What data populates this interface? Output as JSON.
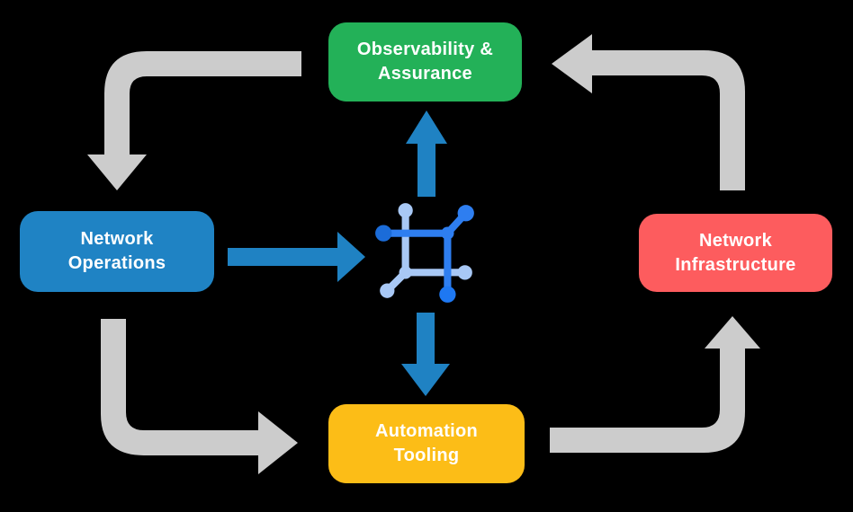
{
  "title": "Network automation cycle diagram",
  "colors": {
    "background": "#000000",
    "text": "#ffffff",
    "cycle_arrow": "#cccccc",
    "flow_arrow": "#1f82c3",
    "icon_dark": "#2e7ef0",
    "icon_light": "#a8c8f5",
    "icon_node_deep": "#1b6cd9",
    "icon_node_bright": "#1e78f2"
  },
  "boxes": {
    "observability": {
      "label": "Observability &\nAssurance",
      "color": "#23b158"
    },
    "operations": {
      "label": "Network\nOperations",
      "color": "#1f83c4"
    },
    "infrastructure": {
      "label": "Network\nInfrastructure",
      "color": "#fd5c5e"
    },
    "automation": {
      "label": "Automation\nTooling",
      "color": "#fcbd17"
    }
  },
  "center_icon": "network-automation-icon",
  "connections": [
    {
      "from": "observability",
      "to": "operations",
      "type": "cycle-arrow"
    },
    {
      "from": "operations",
      "to": "automation",
      "type": "cycle-arrow"
    },
    {
      "from": "automation",
      "to": "infrastructure",
      "type": "cycle-arrow"
    },
    {
      "from": "infrastructure",
      "to": "observability",
      "type": "cycle-arrow"
    },
    {
      "from": "operations",
      "to": "center-icon",
      "type": "flow-arrow"
    },
    {
      "from": "center-icon",
      "to": "observability",
      "type": "flow-arrow"
    },
    {
      "from": "center-icon",
      "to": "automation",
      "type": "flow-arrow"
    }
  ]
}
